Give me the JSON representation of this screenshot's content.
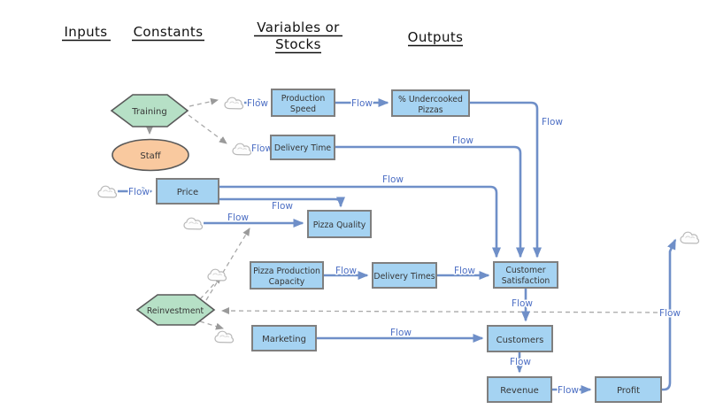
{
  "headers": {
    "inputs": "Inputs",
    "constants": "Constants",
    "variables_line1": "Variables or",
    "variables_line2": "Stocks",
    "outputs": "Outputs"
  },
  "labels": {
    "flow": "Flow"
  },
  "nodes": {
    "training": "Training",
    "staff": "Staff",
    "reinvestment": "Reinvestment",
    "production_speed_l1": "Production",
    "production_speed_l2": "Speed",
    "undercooked_l1": "% Undercooked",
    "undercooked_l2": "Pizzas",
    "delivery_time": "Delivery Time",
    "price": "Price",
    "pizza_quality": "Pizza Quality",
    "pizza_production_l1": "Pizza Production",
    "pizza_production_l2": "Capacity",
    "delivery_times": "Delivery Times",
    "customer_satisfaction_l1": "Customer",
    "customer_satisfaction_l2": "Satisfaction",
    "marketing": "Marketing",
    "customers": "Customers",
    "revenue": "Revenue",
    "profit": "Profit"
  },
  "colors": {
    "box_fill": "#a5d3f2",
    "box_border": "#7f7f7f",
    "hexagon_fill": "#b6e0c6",
    "ellipse_fill": "#f9c99f",
    "shape_border": "#595959",
    "flow_line": "#6f8fc8",
    "flow_text": "#4d6fc4",
    "dashed_line": "#a8a8a8",
    "header_text": "#111111",
    "cloud_border": "#b9b9b9"
  }
}
